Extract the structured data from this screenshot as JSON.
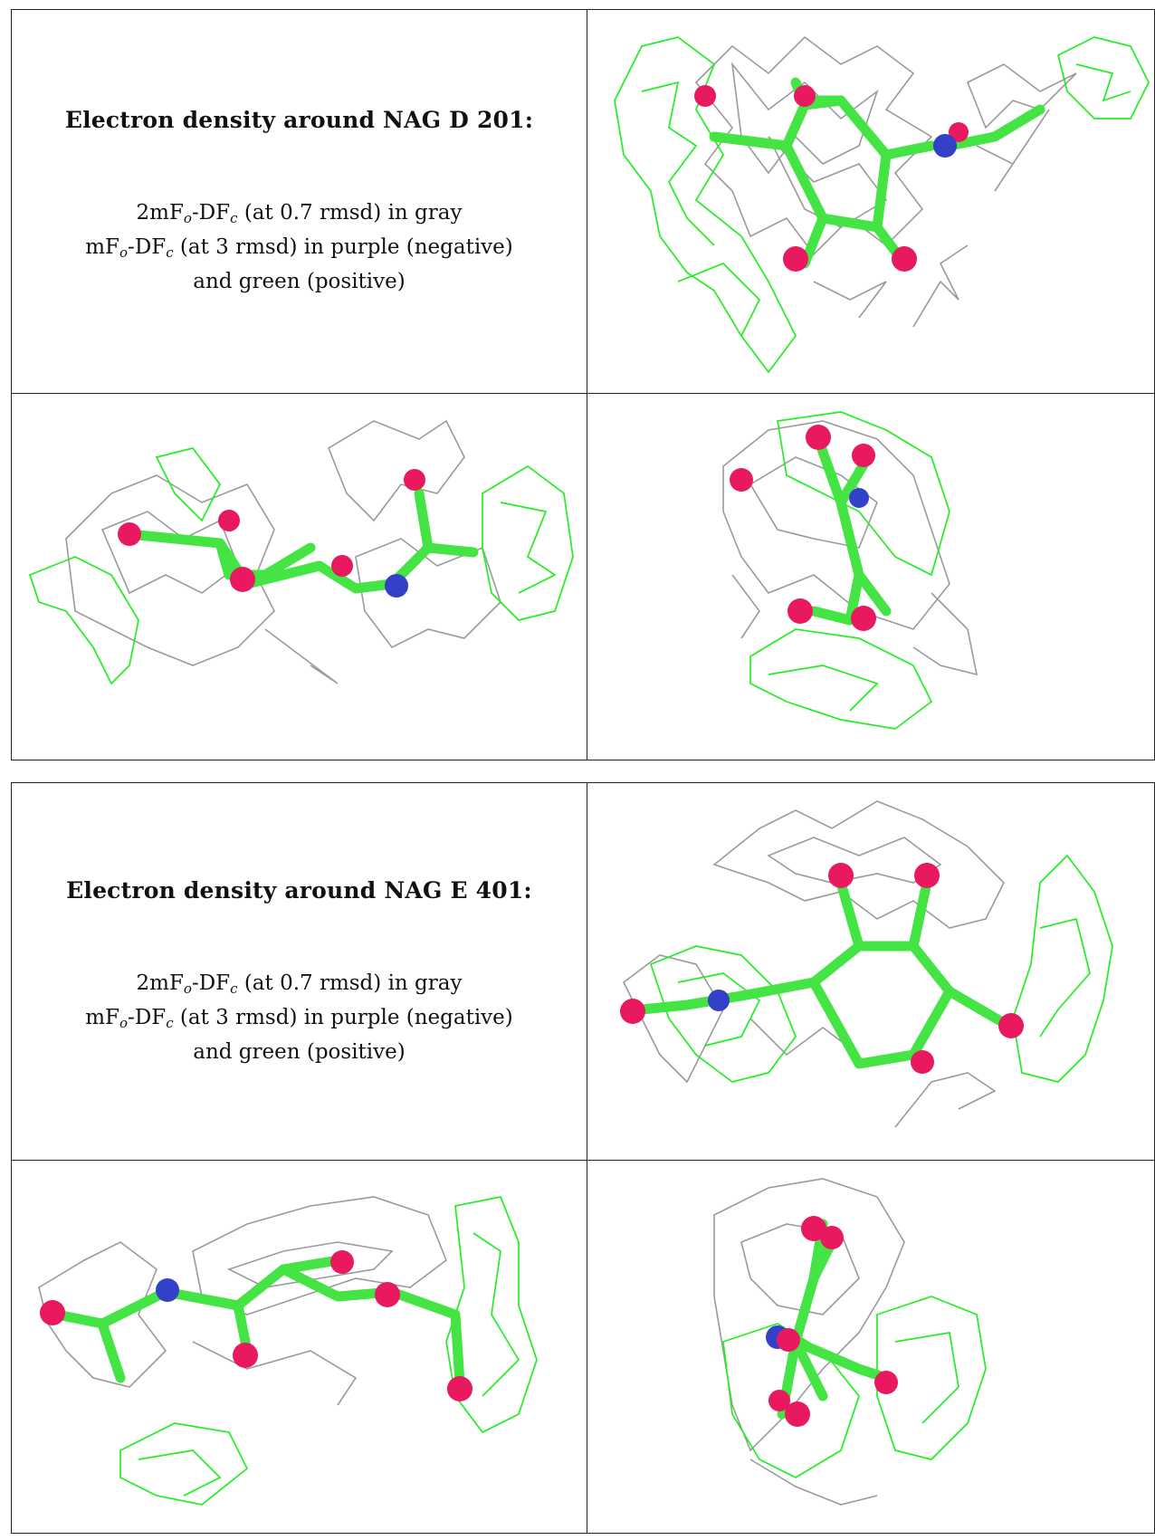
{
  "panels": [
    {
      "title": "Electron density around NAG D 201:",
      "legend": {
        "line1_prefix": "2mF",
        "line1_sub1": "o",
        "line1_mid": "-DF",
        "line1_sub2": "c",
        "line1_suffix": " (at 0.7 rmsd) in gray",
        "line2_prefix": "mF",
        "line2_sub1": "o",
        "line2_mid": "-DF",
        "line2_sub2": "c",
        "line2_suffix": " (at 3 rmsd) in purple (negative)",
        "line3": "and green (positive)"
      }
    },
    {
      "title": "Electron density around NAG E 401:",
      "legend": {
        "line1_prefix": "2mF",
        "line1_sub1": "o",
        "line1_mid": "-DF",
        "line1_sub2": "c",
        "line1_suffix": " (at 0.7 rmsd) in gray",
        "line2_prefix": "mF",
        "line2_sub1": "o",
        "line2_mid": "-DF",
        "line2_sub2": "c",
        "line2_suffix": " (at 3 rmsd) in purple (negative)",
        "line3": "and green (positive)"
      }
    }
  ],
  "colors": {
    "carbon_bond": "#44e444",
    "oxygen_atom": "#e8195f",
    "nitrogen_atom": "#3340c8",
    "gray_mesh": "#9a9a9a",
    "green_mesh": "#22ee22",
    "border": "#222222"
  }
}
